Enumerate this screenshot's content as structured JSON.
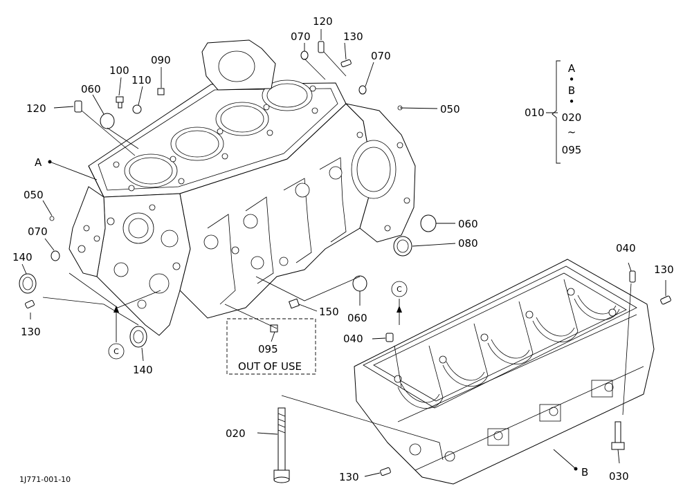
{
  "callouts": [
    {
      "id": "c120a",
      "text": "120"
    },
    {
      "id": "c130a",
      "text": "130"
    },
    {
      "id": "c070a",
      "text": "070"
    },
    {
      "id": "c070b",
      "text": "070"
    },
    {
      "id": "c090",
      "text": "090"
    },
    {
      "id": "c100",
      "text": "100"
    },
    {
      "id": "c110",
      "text": "110"
    },
    {
      "id": "c060a",
      "text": "060"
    },
    {
      "id": "c120b",
      "text": "120"
    },
    {
      "id": "c050a",
      "text": "050"
    },
    {
      "id": "cA",
      "text": "A"
    },
    {
      "id": "c050b",
      "text": "050"
    },
    {
      "id": "c070c",
      "text": "070"
    },
    {
      "id": "c140a",
      "text": "140"
    },
    {
      "id": "c130b",
      "text": "130"
    },
    {
      "id": "c140b",
      "text": "140"
    },
    {
      "id": "c060b",
      "text": "060"
    },
    {
      "id": "c080",
      "text": "080"
    },
    {
      "id": "c060c",
      "text": "060"
    },
    {
      "id": "c150",
      "text": "150"
    },
    {
      "id": "c095",
      "text": "095"
    },
    {
      "id": "c040a",
      "text": "040"
    },
    {
      "id": "c040b",
      "text": "040"
    },
    {
      "id": "c130c",
      "text": "130"
    },
    {
      "id": "c020",
      "text": "020"
    },
    {
      "id": "c130d",
      "text": "130"
    },
    {
      "id": "cB",
      "text": "B"
    },
    {
      "id": "c030",
      "text": "030"
    }
  ],
  "circle_refs": [
    {
      "id": "cc1",
      "text": "C"
    },
    {
      "id": "cc2",
      "text": "C"
    }
  ],
  "out_of_use": "OUT OF USE",
  "legend": {
    "number": "010",
    "items": [
      "A",
      "•",
      "B",
      "•",
      "020",
      "~",
      "095"
    ]
  },
  "drawing_id": "1J771-001-10"
}
